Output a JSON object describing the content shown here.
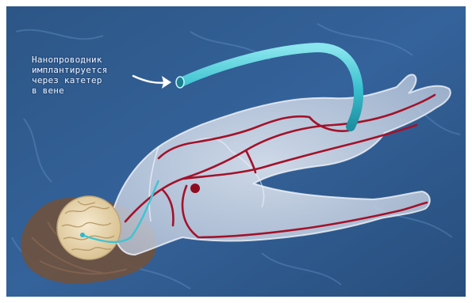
{
  "caption": {
    "line1": "Нанопроводник",
    "line2": "имплантируется",
    "line3": "через катетер",
    "line4": "в вене"
  },
  "colors": {
    "background": "#2f5b8e",
    "body": "#cfd8e6",
    "vessel": "#a3122a",
    "catheter": "#3fc4d2",
    "brain": "#ead9b4",
    "hair": "#6e5240"
  }
}
